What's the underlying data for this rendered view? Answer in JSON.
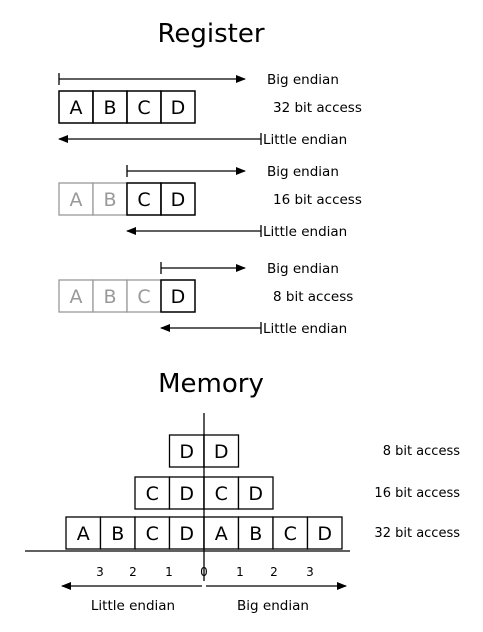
{
  "register": {
    "title": "Register",
    "cells": [
      "A",
      "B",
      "C",
      "D"
    ],
    "rows": [
      {
        "access": "32 bit access",
        "big": "Big endian",
        "little": "Little endian",
        "active": 4
      },
      {
        "access": "16 bit access",
        "big": "Big endian",
        "little": "Little endian",
        "active": 2
      },
      {
        "access": "8 bit access",
        "big": "Big endian",
        "little": "Little endian",
        "active": 1
      }
    ]
  },
  "memory": {
    "title": "Memory",
    "rows": [
      {
        "access": "8 bit access",
        "cells": [
          "D",
          "D"
        ]
      },
      {
        "access": "16 bit access",
        "cells": [
          "C",
          "D",
          "C",
          "D"
        ]
      },
      {
        "access": "32 bit access",
        "cells": [
          "A",
          "B",
          "C",
          "D",
          "A",
          "B",
          "C",
          "D"
        ]
      }
    ],
    "offsets": [
      "3",
      "2",
      "1",
      "0",
      "1",
      "2",
      "3"
    ],
    "little": "Little endian",
    "big": "Big endian"
  },
  "colors": {
    "active": "#000000",
    "inactive": "#999999"
  }
}
